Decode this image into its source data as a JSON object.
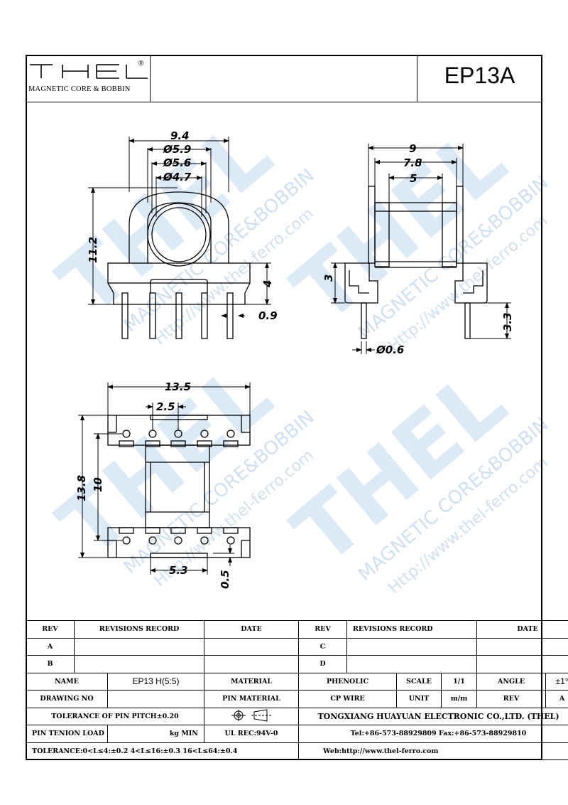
{
  "header": {
    "logo_text": "THEL",
    "logo_registered": "®",
    "logo_subtitle": "MAGNETIC CORE & BOBBIN",
    "part_number": "EP13A"
  },
  "watermark": {
    "brand": "THEL",
    "subtitle": "MAGNETIC CORE&BOBBIN",
    "url": "Http://www.thel-ferro.com"
  },
  "dimensions": {
    "front_top": [
      "9.4",
      "Ø5.9",
      "Ø5.6",
      "Ø4.7"
    ],
    "front_height": "11.2",
    "front_base": "4",
    "front_pin": "0.9",
    "side_top": [
      "9",
      "7.8",
      "5"
    ],
    "side_flange": "3",
    "side_pin_len": "3.3",
    "side_pin_dia": "Ø0.6",
    "bottom_width": "13.5",
    "bottom_pitch": "2.5",
    "bottom_depth": "13.8",
    "bottom_row_gap": "10",
    "bottom_slot": "5.3",
    "bottom_offset": "0.5"
  },
  "title_block": {
    "rev_header": "REV",
    "revisions_header": "REVISIONS RECORD",
    "date_header": "DATE",
    "rev_rows_left": [
      "A",
      "B"
    ],
    "rev_rows_right": [
      "C",
      "D"
    ],
    "name_label": "NAME",
    "name_value": "EP13 H(5:5)",
    "material_label": "MATERIAL",
    "material_value": "PHENOLIC",
    "scale_label": "SCALE",
    "scale_value": "1/1",
    "angle_label": "ANGLE",
    "angle_value": "±1°",
    "drawing_no_label": "DRAWING NO",
    "pin_material_label": "PIN MATERIAL",
    "pin_material_value": "CP WIRE",
    "unit_label": "UNIT",
    "unit_value": "m/m",
    "rev_label": "REV",
    "rev_value": "A",
    "tolerance_pitch": "TOLERANCE OF PIN PITCH±0.20",
    "company": "TONGXIANG HUAYUAN ELECTRONIC CO.,LTD.  (THEL)",
    "pin_tension_label": "PIN TENION LOAD",
    "pin_tension_unit": "kg MIN",
    "ul_rec": "UL REC:94V-0",
    "contact": "Tel:+86-573-88929809 Fax:+86-573-88929810",
    "tolerance": "TOLERANCE:0<L≤4:±0.2  4<L≤16:±0.3  16<L≤64:±0.4",
    "web": "Web:http://www.thel-ferro.com"
  }
}
